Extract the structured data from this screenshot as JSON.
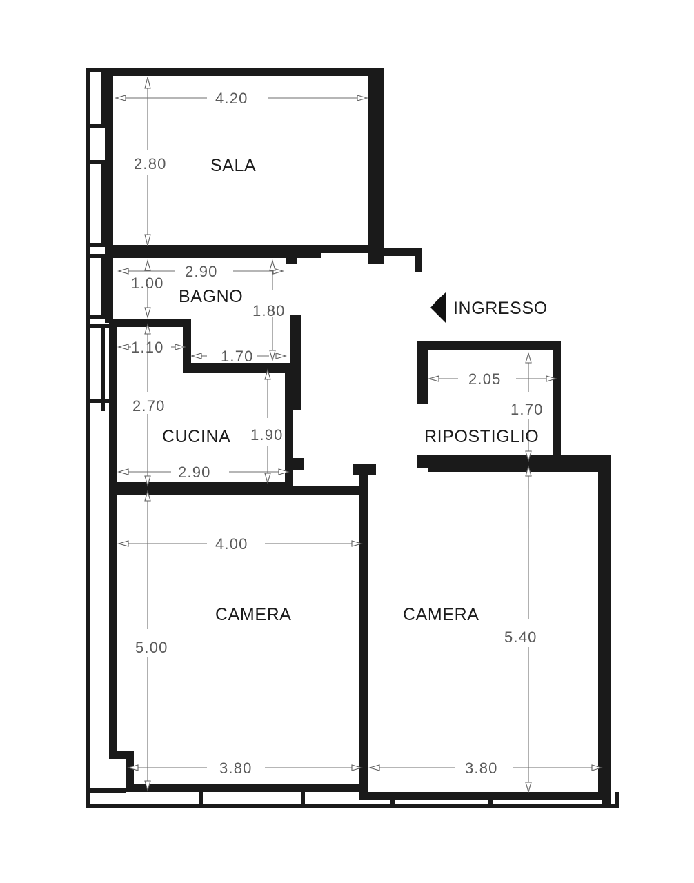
{
  "document": {
    "type": "floor-plan",
    "units": "meters",
    "rooms": [
      {
        "id": "sala",
        "label": "SALA",
        "width": "4.20",
        "height": "2.80"
      },
      {
        "id": "bagno",
        "label": "BAGNO",
        "width": "2.90",
        "height": "1.00"
      },
      {
        "id": "cucina",
        "label": "CUCINA",
        "width": "2.90",
        "height": "2.70"
      },
      {
        "id": "ripostiglio",
        "label": "RIPOSTIGLIO",
        "width": "2.05",
        "height": "1.70"
      },
      {
        "id": "camera-left",
        "label": "CAMERA",
        "width": "4.00",
        "height": "5.00"
      },
      {
        "id": "camera-right",
        "label": "CAMERA",
        "width": "3.80",
        "height": "5.40"
      }
    ],
    "entry": {
      "label": "INGRESSO",
      "marker": "left-triangle-arrow"
    },
    "dimensions": {
      "sala_width": "4.20",
      "sala_height": "2.80",
      "bagno_width": "2.90",
      "bagno_height": "1.00",
      "bagno_right_height": "1.80",
      "niche_width": "1.10",
      "niche_inner_width": "1.70",
      "cucina_height": "2.70",
      "cucina_width": "2.90",
      "cucina_right_height": "1.90",
      "ripostiglio_width": "2.05",
      "ripostiglio_height": "1.70",
      "camera_left_top_width": "4.00",
      "camera_left_height": "5.00",
      "camera_left_bottom_width": "3.80",
      "camera_right_bottom_width": "3.80",
      "camera_right_height": "5.40"
    },
    "colors": {
      "wall": "#1a1a1a",
      "dimension_line": "#6e6e6e",
      "dimension_text": "#5a5a5a",
      "room_text": "#1c1c1c",
      "background": "#ffffff"
    }
  }
}
